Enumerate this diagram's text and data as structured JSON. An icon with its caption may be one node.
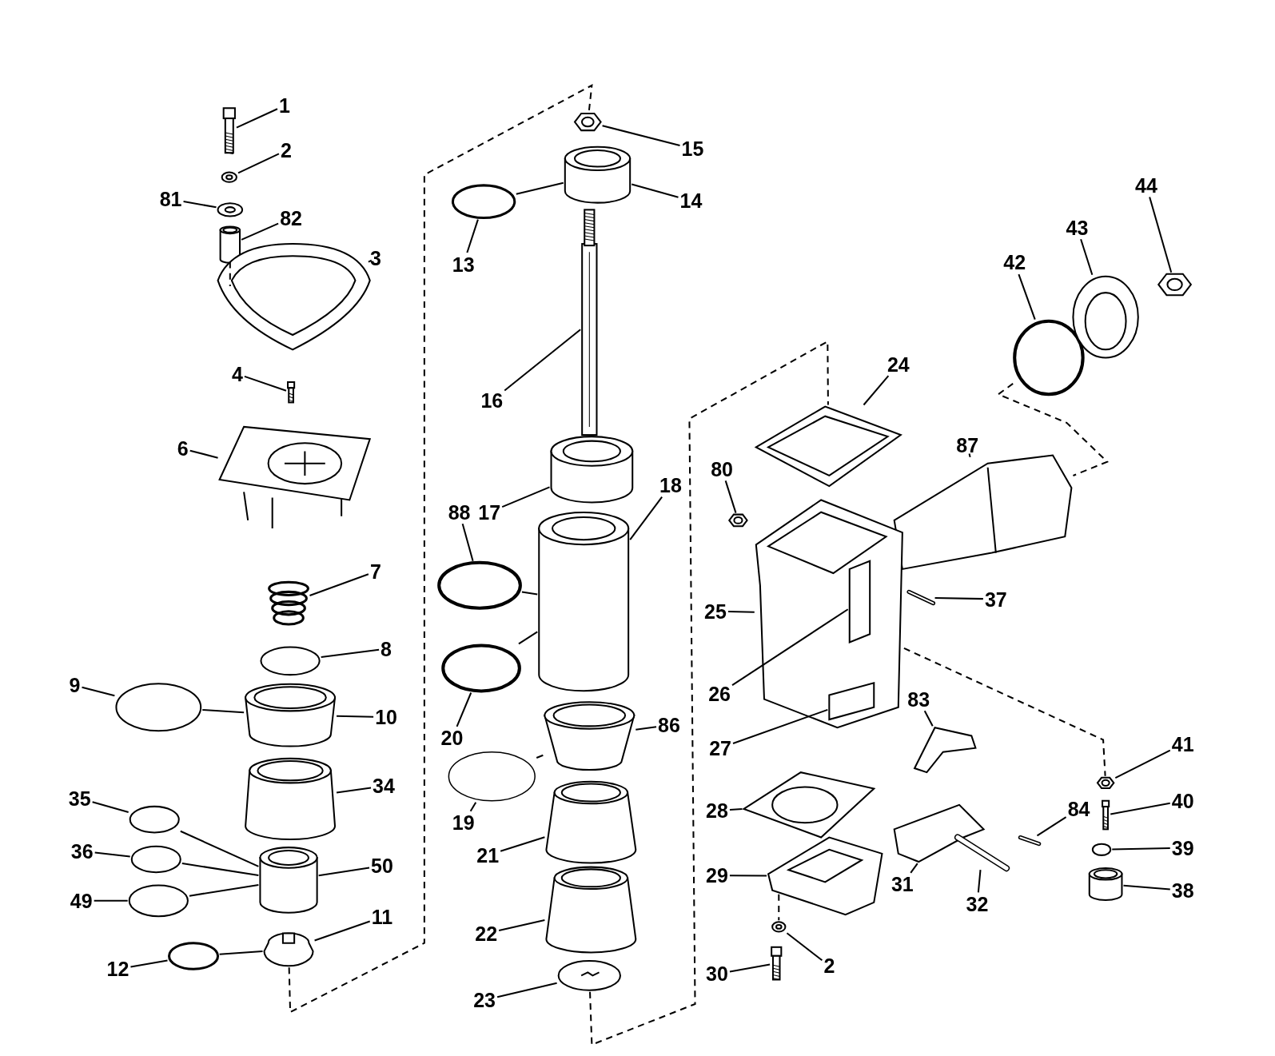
{
  "diagram": {
    "nodes": [
      {
        "text": [
          "1"
        ]
      },
      {
        "text": [],
        "shape": "picture"
      },
      {
        "text": [
          "2"
        ]
      },
      {
        "text": [],
        "shape": "circle"
      },
      {
        "text": [
          "81"
        ]
      },
      {
        "text": [],
        "shape": "circle"
      },
      {
        "text": [
          "82"
        ]
      },
      {
        "text": [],
        "shape": "cylinder"
      },
      {
        "text": [
          "3"
        ]
      },
      {
        "text": [],
        "shape": "picture"
      },
      {
        "text": [
          "4"
        ]
      },
      {
        "text": [],
        "shape": "picture"
      },
      {
        "text": [
          "6"
        ]
      },
      {
        "text": [],
        "shape": "picture"
      },
      {
        "text": [
          "7"
        ]
      },
      {
        "text": [],
        "shape": "picture"
      },
      {
        "text": [
          "8"
        ]
      },
      {
        "text": [],
        "shape": "circle"
      },
      {
        "text": [
          "9"
        ]
      },
      {
        "text": [],
        "shape": "circle"
      },
      {
        "text": [
          "10"
        ]
      },
      {
        "text": [],
        "shape": "cylinder"
      },
      {
        "text": [
          "34"
        ]
      },
      {
        "text": [],
        "shape": "cylinder"
      },
      {
        "text": [
          "35"
        ]
      },
      {
        "text": [],
        "shape": "circle"
      },
      {
        "text": [
          "36"
        ]
      },
      {
        "text": [],
        "shape": "circle"
      },
      {
        "text": [
          "49"
        ]
      },
      {
        "text": [],
        "shape": "circle"
      },
      {
        "text": [
          "50"
        ]
      },
      {
        "text": [],
        "shape": "cylinder"
      },
      {
        "text": [
          "11"
        ]
      },
      {
        "text": [],
        "shape": "picture"
      },
      {
        "text": [
          "12"
        ]
      },
      {
        "text": [],
        "shape": "circle"
      },
      {
        "text": [
          "15"
        ]
      },
      {
        "text": [],
        "shape": "picture"
      },
      {
        "text": [
          "14"
        ]
      },
      {
        "text": [],
        "shape": "cylinder"
      },
      {
        "text": [
          "13"
        ]
      },
      {
        "text": [],
        "shape": "circle"
      },
      {
        "text": [
          "16"
        ]
      },
      {
        "text": [],
        "shape": "picture"
      },
      {
        "text": [
          "17"
        ]
      },
      {
        "text": [],
        "shape": "cylinder"
      },
      {
        "text": [
          "18"
        ]
      },
      {
        "text": [],
        "shape": "cylinder"
      },
      {
        "text": [
          "88"
        ]
      },
      {
        "text": [],
        "shape": "circle"
      },
      {
        "text": [
          "20"
        ]
      },
      {
        "text": [],
        "shape": "circle"
      },
      {
        "text": [
          "86"
        ]
      },
      {
        "text": [],
        "shape": "cylinder"
      },
      {
        "text": [
          "19"
        ]
      },
      {
        "text": [],
        "shape": "circle"
      },
      {
        "text": [
          "21"
        ]
      },
      {
        "text": [],
        "shape": "cylinder"
      },
      {
        "text": [
          "22"
        ]
      },
      {
        "text": [],
        "shape": "cylinder"
      },
      {
        "text": [
          "23"
        ]
      },
      {
        "text": [],
        "shape": "picture"
      },
      {
        "text": [
          "24"
        ]
      },
      {
        "text": [],
        "shape": "picture"
      },
      {
        "text": [
          "80"
        ]
      },
      {
        "text": [],
        "shape": "picture"
      },
      {
        "text": [
          "87"
        ]
      },
      {
        "text": [],
        "shape": "picture"
      },
      {
        "text": [
          "25"
        ]
      },
      {
        "text": [],
        "shape": "picture"
      },
      {
        "text": [
          "26"
        ]
      },
      {
        "text": [],
        "shape": "box",
        "in": 69
      },
      {
        "text": [
          "27"
        ]
      },
      {
        "text": [],
        "shape": "box",
        "in": 69
      },
      {
        "text": [
          "42"
        ]
      },
      {
        "text": [],
        "shape": "circle"
      },
      {
        "text": [
          "43"
        ]
      },
      {
        "text": [],
        "shape": "picture"
      },
      {
        "text": [
          "44"
        ]
      },
      {
        "text": [],
        "shape": "picture"
      },
      {
        "text": [
          "37"
        ]
      },
      {
        "text": [],
        "shape": "bar"
      },
      {
        "text": [
          "83"
        ]
      },
      {
        "text": [],
        "shape": "picture"
      },
      {
        "text": [
          "28"
        ]
      },
      {
        "text": [],
        "shape": "picture"
      },
      {
        "text": [
          "31"
        ]
      },
      {
        "text": [],
        "shape": "picture"
      },
      {
        "text": [
          "32"
        ]
      },
      {
        "text": [],
        "shape": "bar"
      },
      {
        "text": [
          "84"
        ]
      },
      {
        "text": [],
        "shape": "bar"
      },
      {
        "text": [
          "29"
        ]
      },
      {
        "text": [],
        "shape": "picture"
      },
      {
        "text": [
          "2"
        ]
      },
      {
        "text": [],
        "shape": "circle"
      },
      {
        "text": [
          "30"
        ]
      },
      {
        "text": [],
        "shape": "picture"
      },
      {
        "text": [
          "41"
        ]
      },
      {
        "text": [],
        "shape": "picture"
      },
      {
        "text": [
          "40"
        ]
      },
      {
        "text": [],
        "shape": "picture"
      },
      {
        "text": [
          "39"
        ]
      },
      {
        "text": [],
        "shape": "circle"
      },
      {
        "text": [
          "38"
        ]
      },
      {
        "text": [],
        "shape": "cylinder"
      }
    ],
    "edges": [
      {
        "from": 0,
        "to": 1,
        "arrow": "none"
      },
      {
        "from": 2,
        "to": 3,
        "arrow": "none"
      },
      {
        "from": 4,
        "to": 5,
        "arrow": "none"
      },
      {
        "from": 6,
        "to": 7,
        "arrow": "none"
      },
      {
        "from": 8,
        "to": 9,
        "arrow": "none"
      },
      {
        "from": 10,
        "to": 11,
        "arrow": "none"
      },
      {
        "from": 12,
        "to": 13,
        "arrow": "none"
      },
      {
        "from": 14,
        "to": 15,
        "arrow": "none"
      },
      {
        "from": 16,
        "to": 17,
        "arrow": "none"
      },
      {
        "from": 18,
        "to": 19,
        "arrow": "none"
      },
      {
        "from": 20,
        "to": 21,
        "arrow": "none"
      },
      {
        "from": 22,
        "to": 23,
        "arrow": "none"
      },
      {
        "from": 24,
        "to": 25,
        "arrow": "none"
      },
      {
        "from": 26,
        "to": 27,
        "arrow": "none"
      },
      {
        "from": 28,
        "to": 29,
        "arrow": "none"
      },
      {
        "from": 30,
        "to": 31,
        "arrow": "none"
      },
      {
        "from": 32,
        "to": 33,
        "arrow": "none"
      },
      {
        "from": 34,
        "to": 35,
        "arrow": "none"
      },
      {
        "from": 36,
        "to": 37,
        "arrow": "none"
      },
      {
        "from": 38,
        "to": 39,
        "arrow": "none"
      },
      {
        "from": 40,
        "to": 41,
        "arrow": "none"
      },
      {
        "from": 42,
        "to": 43,
        "arrow": "none"
      },
      {
        "from": 44,
        "to": 45,
        "arrow": "none"
      },
      {
        "from": 46,
        "to": 47,
        "arrow": "none"
      },
      {
        "from": 48,
        "to": 49,
        "arrow": "none"
      },
      {
        "from": 50,
        "to": 51,
        "arrow": "none"
      },
      {
        "from": 52,
        "to": 53,
        "arrow": "none"
      },
      {
        "from": 54,
        "to": 55,
        "arrow": "none"
      },
      {
        "from": 56,
        "to": 57,
        "arrow": "none"
      },
      {
        "from": 58,
        "to": 59,
        "arrow": "none"
      },
      {
        "from": 60,
        "to": 61,
        "arrow": "none"
      },
      {
        "from": 62,
        "to": 63,
        "arrow": "none"
      },
      {
        "from": 64,
        "to": 65,
        "arrow": "none"
      },
      {
        "from": 66,
        "to": 67,
        "arrow": "none"
      },
      {
        "from": 68,
        "to": 69,
        "arrow": "none"
      },
      {
        "from": 70,
        "to": 71,
        "arrow": "none"
      },
      {
        "from": 72,
        "to": 73,
        "arrow": "none"
      },
      {
        "from": 74,
        "to": 75,
        "arrow": "none"
      },
      {
        "from": 76,
        "to": 77,
        "arrow": "none"
      },
      {
        "from": 78,
        "to": 79,
        "arrow": "none"
      },
      {
        "from": 80,
        "to": 81,
        "arrow": "none"
      },
      {
        "from": 82,
        "to": 83,
        "arrow": "none"
      },
      {
        "from": 84,
        "to": 85,
        "arrow": "none"
      },
      {
        "from": 86,
        "to": 87,
        "arrow": "none"
      },
      {
        "from": 88,
        "to": 89,
        "arrow": "none"
      },
      {
        "from": 90,
        "to": 91,
        "arrow": "none"
      },
      {
        "from": 92,
        "to": 93,
        "arrow": "none"
      },
      {
        "from": 94,
        "to": 95,
        "arrow": "none"
      },
      {
        "from": 96,
        "to": 97,
        "arrow": "none"
      },
      {
        "from": 98,
        "to": 99,
        "arrow": "none"
      },
      {
        "from": 100,
        "to": 101,
        "arrow": "none"
      },
      {
        "from": 102,
        "to": 103,
        "arrow": "none"
      },
      {
        "from": 104,
        "to": 105,
        "arrow": "none"
      },
      {
        "from": 19,
        "to": 21,
        "arrow": "none"
      },
      {
        "from": 25,
        "to": 31,
        "arrow": "none"
      },
      {
        "from": 27,
        "to": 31,
        "arrow": "none"
      },
      {
        "from": 29,
        "to": 31,
        "arrow": "none"
      },
      {
        "from": 35,
        "to": 33,
        "arrow": "none"
      },
      {
        "from": 41,
        "to": 39,
        "arrow": "none"
      },
      {
        "from": 49,
        "to": 47,
        "arrow": "none"
      },
      {
        "from": 51,
        "to": 47,
        "arrow": "none"
      },
      {
        "from": 55,
        "to": 53,
        "arrow": "none"
      },
      {
        "from": 33,
        "to": 37,
        "arrow": "none",
        "style": "dashed"
      },
      {
        "from": 61,
        "to": 63,
        "arrow": "none",
        "style": "dashed"
      },
      {
        "from": 69,
        "to": 99,
        "arrow": "none",
        "style": "dashed"
      },
      {
        "from": 75,
        "to": 67,
        "arrow": "none",
        "style": "dashed"
      },
      {
        "from": 7,
        "to": 9,
        "arrow": "none",
        "style": "dashed"
      },
      {
        "from": 93,
        "to": 95,
        "arrow": "none",
        "style": "dashed"
      }
    ]
  }
}
